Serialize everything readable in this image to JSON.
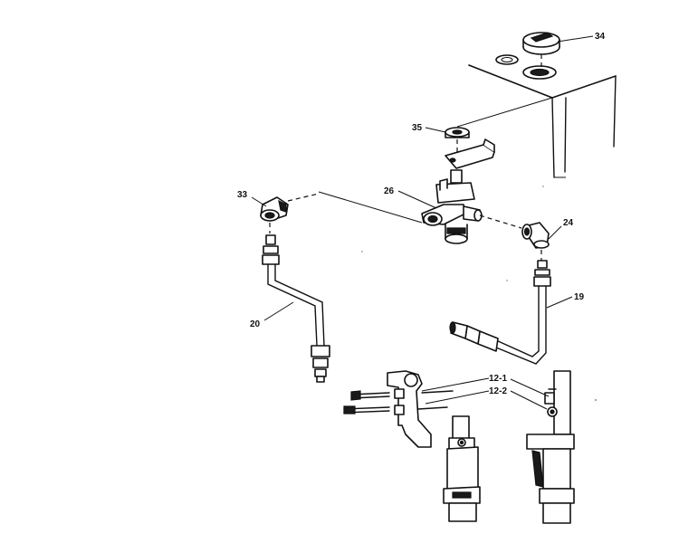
{
  "callouts": {
    "p34": "34",
    "p35": "35",
    "p33": "33",
    "p26": "26",
    "p24": "24",
    "p20": "20",
    "p19": "19",
    "p12_1": "12-1",
    "p12_2": "12-2"
  },
  "colors": {
    "ink": "#111111",
    "shade": "#bdbdbd",
    "background": "#ffffff"
  }
}
